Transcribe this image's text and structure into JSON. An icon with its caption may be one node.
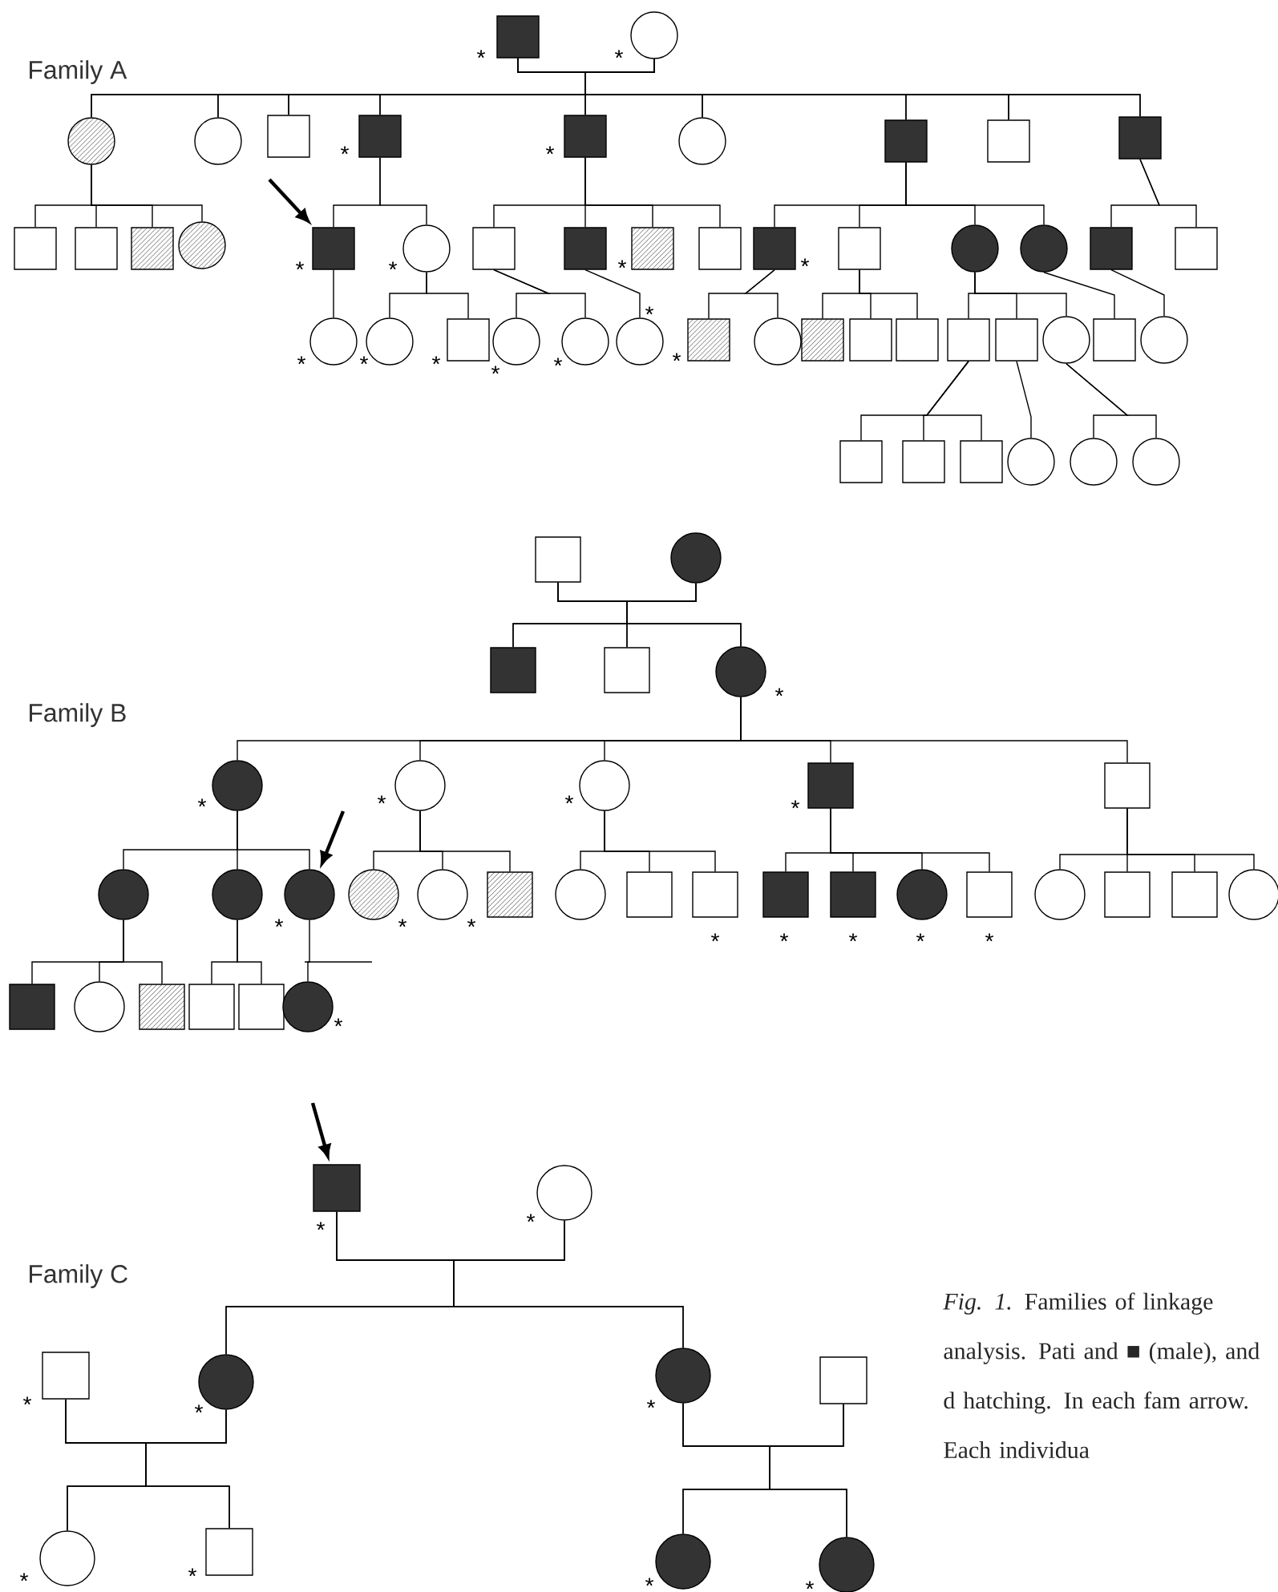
{
  "diagram": {
    "caption": "*Fig. 1.* Families of linkage analysis. Pati and ■ (male), and d hatching. In each fam arrow. Each individua",
    "labels": [
      "Family A",
      "Family B",
      "Family C"
    ],
    "nodes": [
      {
        "text": [],
        "shape": "box",
        "beside": [
          "*"
        ]
      },
      {
        "text": [],
        "shape": "circle",
        "beside": [
          "*"
        ]
      },
      {
        "text": [],
        "shape": "circle"
      },
      {
        "text": [],
        "shape": "circle"
      },
      {
        "text": [],
        "shape": "box"
      },
      {
        "text": [],
        "shape": "box",
        "beside": [
          "*"
        ]
      },
      {
        "text": [],
        "shape": "box",
        "beside": [
          "*"
        ]
      },
      {
        "text": [],
        "shape": "circle"
      },
      {
        "text": [],
        "shape": "box"
      },
      {
        "text": [],
        "shape": "box"
      },
      {
        "text": [],
        "shape": "box"
      },
      {
        "text": [],
        "shape": "box"
      },
      {
        "text": [],
        "shape": "box"
      },
      {
        "text": [],
        "shape": "box"
      },
      {
        "text": [],
        "shape": "circle"
      },
      {
        "text": [],
        "shape": "box",
        "beside": [
          "*"
        ]
      },
      {
        "text": [],
        "shape": "circle",
        "beside": [
          "*"
        ]
      },
      {
        "text": [],
        "shape": "box"
      },
      {
        "text": [],
        "shape": "box"
      },
      {
        "text": [],
        "shape": "box",
        "beside": [
          "*"
        ]
      },
      {
        "text": [],
        "shape": "box"
      },
      {
        "text": [],
        "shape": "box",
        "beside": [
          "*"
        ]
      },
      {
        "text": [],
        "shape": "box"
      },
      {
        "text": [],
        "shape": "circle"
      },
      {
        "text": [],
        "shape": "circle"
      },
      {
        "text": [],
        "shape": "box"
      },
      {
        "text": [],
        "shape": "box"
      },
      {
        "text": [],
        "shape": "circle",
        "beside": [
          "*"
        ]
      },
      {
        "text": [],
        "shape": "circle",
        "beside": [
          "*"
        ]
      },
      {
        "text": [],
        "shape": "box",
        "beside": [
          "*"
        ]
      },
      {
        "text": [],
        "shape": "circle",
        "beside": [
          "*"
        ]
      },
      {
        "text": [],
        "shape": "circle",
        "beside": [
          "*"
        ]
      },
      {
        "text": [],
        "shape": "circle",
        "beside": [
          "*"
        ]
      },
      {
        "text": [],
        "shape": "box",
        "beside": [
          "*"
        ]
      },
      {
        "text": [],
        "shape": "circle"
      },
      {
        "text": [],
        "shape": "box"
      },
      {
        "text": [],
        "shape": "box"
      },
      {
        "text": [],
        "shape": "box"
      },
      {
        "text": [],
        "shape": "box"
      },
      {
        "text": [],
        "shape": "box"
      },
      {
        "text": [],
        "shape": "circle"
      },
      {
        "text": [],
        "shape": "box"
      },
      {
        "text": [],
        "shape": "circle"
      },
      {
        "text": [],
        "shape": "box"
      },
      {
        "text": [],
        "shape": "box"
      },
      {
        "text": [],
        "shape": "box"
      },
      {
        "text": [],
        "shape": "circle"
      },
      {
        "text": [],
        "shape": "circle"
      },
      {
        "text": [],
        "shape": "circle"
      },
      {
        "text": [],
        "shape": "box"
      },
      {
        "text": [],
        "shape": "circle"
      },
      {
        "text": [],
        "shape": "box"
      },
      {
        "text": [],
        "shape": "box"
      },
      {
        "text": [],
        "shape": "circle",
        "beside": [
          "*"
        ]
      },
      {
        "text": [],
        "shape": "circle",
        "beside": [
          "*"
        ]
      },
      {
        "text": [],
        "shape": "circle",
        "beside": [
          "*"
        ]
      },
      {
        "text": [],
        "shape": "circle",
        "beside": [
          "*"
        ]
      },
      {
        "text": [],
        "shape": "box",
        "beside": [
          "*"
        ]
      },
      {
        "text": [],
        "shape": "box"
      },
      {
        "text": [],
        "shape": "circle"
      },
      {
        "text": [],
        "shape": "circle"
      },
      {
        "text": [],
        "shape": "circle",
        "beside": [
          "*"
        ]
      },
      {
        "text": [],
        "shape": "circle",
        "beside": [
          "*"
        ]
      },
      {
        "text": [],
        "shape": "circle",
        "beside": [
          "*"
        ]
      },
      {
        "text": [],
        "shape": "box"
      },
      {
        "text": [],
        "shape": "circle"
      },
      {
        "text": [],
        "shape": "box"
      },
      {
        "text": [],
        "shape": "box",
        "beside": [
          "*"
        ]
      },
      {
        "text": [],
        "shape": "box",
        "beside": [
          "*"
        ]
      },
      {
        "text": [],
        "shape": "box",
        "beside": [
          "*"
        ]
      },
      {
        "text": [],
        "shape": "circle",
        "beside": [
          "*"
        ]
      },
      {
        "text": [],
        "shape": "box",
        "beside": [
          "*"
        ]
      },
      {
        "text": [],
        "shape": "circle"
      },
      {
        "text": [],
        "shape": "box"
      },
      {
        "text": [],
        "shape": "box"
      },
      {
        "text": [],
        "shape": "circle"
      },
      {
        "text": [],
        "shape": "box"
      },
      {
        "text": [],
        "shape": "circle"
      },
      {
        "text": [],
        "shape": "box"
      },
      {
        "text": [],
        "shape": "box"
      },
      {
        "text": [],
        "shape": "box"
      },
      {
        "text": [],
        "shape": "circle",
        "beside": [
          "*"
        ]
      },
      {
        "text": [],
        "shape": "box",
        "beside": [
          "*"
        ]
      },
      {
        "text": [],
        "shape": "circle",
        "beside": [
          "*"
        ]
      },
      {
        "text": [],
        "shape": "box",
        "beside": [
          "*"
        ]
      },
      {
        "text": [],
        "shape": "circle",
        "beside": [
          "*"
        ]
      },
      {
        "text": [],
        "shape": "circle",
        "beside": [
          "*"
        ]
      },
      {
        "text": [],
        "shape": "box"
      },
      {
        "text": [],
        "shape": "circle",
        "beside": [
          "*"
        ]
      },
      {
        "text": [],
        "shape": "box",
        "beside": [
          "*"
        ]
      },
      {
        "text": [],
        "shape": "circle",
        "beside": [
          "*"
        ]
      },
      {
        "text": [],
        "shape": "circle",
        "beside": [
          "*"
        ]
      }
    ],
    "edges": [
      {
        "from": 0,
        "to": 1,
        "arrow": "none"
      },
      {
        "from": 0,
        "to": 2,
        "arrow": "none"
      },
      {
        "from": 0,
        "to": 3,
        "arrow": "none"
      },
      {
        "from": 0,
        "to": 4,
        "arrow": "none"
      },
      {
        "from": 0,
        "to": 5,
        "arrow": "none"
      },
      {
        "from": 0,
        "to": 6,
        "arrow": "none"
      },
      {
        "from": 0,
        "to": 7,
        "arrow": "none"
      },
      {
        "from": 0,
        "to": 8,
        "arrow": "none"
      },
      {
        "from": 0,
        "to": 9,
        "arrow": "none"
      },
      {
        "from": 0,
        "to": 10,
        "arrow": "none"
      },
      {
        "from": 1,
        "to": 2,
        "arrow": "none"
      },
      {
        "from": 1,
        "to": 3,
        "arrow": "none"
      },
      {
        "from": 1,
        "to": 4,
        "arrow": "none"
      },
      {
        "from": 1,
        "to": 5,
        "arrow": "none"
      },
      {
        "from": 1,
        "to": 6,
        "arrow": "none"
      },
      {
        "from": 1,
        "to": 7,
        "arrow": "none"
      },
      {
        "from": 1,
        "to": 8,
        "arrow": "none"
      },
      {
        "from": 1,
        "to": 9,
        "arrow": "none"
      },
      {
        "from": 1,
        "to": 10,
        "arrow": "none"
      },
      {
        "from": 2,
        "to": 11,
        "arrow": "none"
      },
      {
        "from": 2,
        "to": 12,
        "arrow": "none"
      },
      {
        "from": 2,
        "to": 13,
        "arrow": "none"
      },
      {
        "from": 2,
        "to": 14,
        "arrow": "none"
      },
      {
        "from": 5,
        "to": 15,
        "arrow": "none"
      },
      {
        "from": 5,
        "to": 16,
        "arrow": "none"
      },
      {
        "from": 6,
        "to": 17,
        "arrow": "none"
      },
      {
        "from": 6,
        "to": 18,
        "arrow": "none"
      },
      {
        "from": 6,
        "to": 19,
        "arrow": "none"
      },
      {
        "from": 6,
        "to": 20,
        "arrow": "none"
      },
      {
        "from": 8,
        "to": 21,
        "arrow": "none"
      },
      {
        "from": 8,
        "to": 22,
        "arrow": "none"
      },
      {
        "from": 8,
        "to": 23,
        "arrow": "none"
      },
      {
        "from": 8,
        "to": 24,
        "arrow": "none"
      },
      {
        "from": 10,
        "to": 25,
        "arrow": "none"
      },
      {
        "from": 10,
        "to": 26,
        "arrow": "none"
      },
      {
        "from": 15,
        "to": 27,
        "arrow": "none"
      },
      {
        "from": 16,
        "to": 28,
        "arrow": "none"
      },
      {
        "from": 16,
        "to": 29,
        "arrow": "none"
      },
      {
        "from": 17,
        "to": 30,
        "arrow": "none"
      },
      {
        "from": 17,
        "to": 31,
        "arrow": "none"
      },
      {
        "from": 18,
        "to": 32,
        "arrow": "none"
      },
      {
        "from": 21,
        "to": 33,
        "arrow": "none"
      },
      {
        "from": 21,
        "to": 34,
        "arrow": "none"
      },
      {
        "from": 22,
        "to": 35,
        "arrow": "none"
      },
      {
        "from": 22,
        "to": 36,
        "arrow": "none"
      },
      {
        "from": 22,
        "to": 37,
        "arrow": "none"
      },
      {
        "from": 23,
        "to": 38,
        "arrow": "none"
      },
      {
        "from": 23,
        "to": 39,
        "arrow": "none"
      },
      {
        "from": 23,
        "to": 40,
        "arrow": "none"
      },
      {
        "from": 24,
        "to": 41,
        "arrow": "none"
      },
      {
        "from": 25,
        "to": 42,
        "arrow": "none"
      },
      {
        "from": 38,
        "to": 43,
        "arrow": "none"
      },
      {
        "from": 38,
        "to": 44,
        "arrow": "none"
      },
      {
        "from": 38,
        "to": 45,
        "arrow": "none"
      },
      {
        "from": 39,
        "to": 46,
        "arrow": "none"
      },
      {
        "from": 40,
        "to": 47,
        "arrow": "none"
      },
      {
        "from": 40,
        "to": 48,
        "arrow": "none"
      },
      {
        "from": 49,
        "to": 50,
        "arrow": "none"
      },
      {
        "from": 49,
        "to": 51,
        "arrow": "none"
      },
      {
        "from": 49,
        "to": 52,
        "arrow": "none"
      },
      {
        "from": 49,
        "to": 53,
        "arrow": "none"
      },
      {
        "from": 50,
        "to": 51,
        "arrow": "none"
      },
      {
        "from": 50,
        "to": 52,
        "arrow": "none"
      },
      {
        "from": 50,
        "to": 53,
        "arrow": "none"
      },
      {
        "from": 53,
        "to": 54,
        "arrow": "none"
      },
      {
        "from": 53,
        "to": 55,
        "arrow": "none"
      },
      {
        "from": 53,
        "to": 56,
        "arrow": "none"
      },
      {
        "from": 53,
        "to": 57,
        "arrow": "none"
      },
      {
        "from": 53,
        "to": 58,
        "arrow": "none"
      },
      {
        "from": 54,
        "to": 59,
        "arrow": "none"
      },
      {
        "from": 54,
        "to": 60,
        "arrow": "none"
      },
      {
        "from": 54,
        "to": 61,
        "arrow": "none"
      },
      {
        "from": 55,
        "to": 62,
        "arrow": "none"
      },
      {
        "from": 55,
        "to": 63,
        "arrow": "none"
      },
      {
        "from": 55,
        "to": 64,
        "arrow": "none"
      },
      {
        "from": 56,
        "to": 65,
        "arrow": "none"
      },
      {
        "from": 56,
        "to": 66,
        "arrow": "none"
      },
      {
        "from": 56,
        "to": 67,
        "arrow": "none"
      },
      {
        "from": 57,
        "to": 68,
        "arrow": "none"
      },
      {
        "from": 57,
        "to": 69,
        "arrow": "none"
      },
      {
        "from": 57,
        "to": 70,
        "arrow": "none"
      },
      {
        "from": 57,
        "to": 71,
        "arrow": "none"
      },
      {
        "from": 58,
        "to": 72,
        "arrow": "none"
      },
      {
        "from": 58,
        "to": 73,
        "arrow": "none"
      },
      {
        "from": 58,
        "to": 74,
        "arrow": "none"
      },
      {
        "from": 58,
        "to": 75,
        "arrow": "none"
      },
      {
        "from": 59,
        "to": 76,
        "arrow": "none"
      },
      {
        "from": 59,
        "to": 77,
        "arrow": "none"
      },
      {
        "from": 59,
        "to": 78,
        "arrow": "none"
      },
      {
        "from": 60,
        "to": 79,
        "arrow": "none"
      },
      {
        "from": 60,
        "to": 80,
        "arrow": "none"
      },
      {
        "from": 61,
        "to": 81,
        "arrow": "none"
      },
      {
        "from": 82,
        "to": 83,
        "arrow": "none"
      },
      {
        "from": 82,
        "to": 85,
        "arrow": "none"
      },
      {
        "from": 82,
        "to": 86,
        "arrow": "none"
      },
      {
        "from": 83,
        "to": 85,
        "arrow": "none"
      },
      {
        "from": 83,
        "to": 86,
        "arrow": "none"
      },
      {
        "from": 84,
        "to": 85,
        "arrow": "none"
      },
      {
        "from": 84,
        "to": 88,
        "arrow": "none"
      },
      {
        "from": 84,
        "to": 89,
        "arrow": "none"
      },
      {
        "from": 85,
        "to": 88,
        "arrow": "none"
      },
      {
        "from": 85,
        "to": 89,
        "arrow": "none"
      },
      {
        "from": 86,
        "to": 87,
        "arrow": "none"
      },
      {
        "from": 86,
        "to": 90,
        "arrow": "none"
      },
      {
        "from": 86,
        "to": 91,
        "arrow": "none"
      },
      {
        "from": 87,
        "to": 90,
        "arrow": "none"
      },
      {
        "from": 87,
        "to": 91,
        "arrow": "none"
      },
      {
        "from": null,
        "to": 15,
        "arrow": "to",
        "style": "thick"
      },
      {
        "from": null,
        "to": 61,
        "arrow": "to",
        "style": "thick"
      },
      {
        "from": null,
        "to": 82,
        "arrow": "to",
        "style": "thick"
      }
    ]
  }
}
